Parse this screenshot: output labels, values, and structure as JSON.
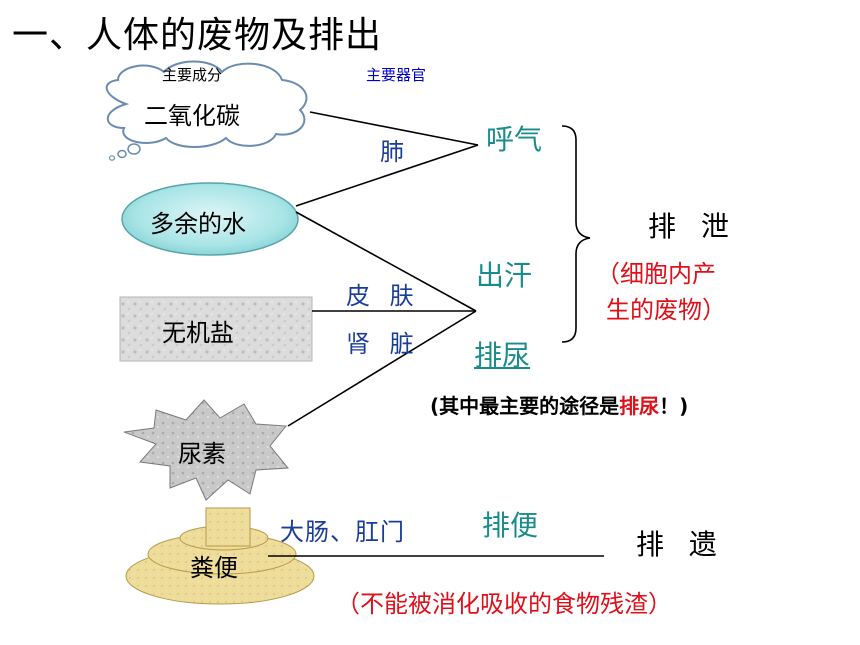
{
  "title": "一、人体的废物及排出",
  "headers": {
    "components": "主要成分",
    "organs": "主要器官"
  },
  "substances": {
    "co2": "二氧化碳",
    "water": "多余的水",
    "salt": "无机盐",
    "urea": "尿素",
    "feces": "粪便"
  },
  "organs": {
    "lung": "肺",
    "skin": "皮 肤",
    "kidney": "肾 脏",
    "intestine": "大肠、肛门"
  },
  "routes": {
    "exhale": "呼气",
    "sweat": "出汗",
    "urinate": "排尿",
    "defecate": "排便"
  },
  "excretion": {
    "label": "排 泄",
    "note_line1": "（细胞内产",
    "note_line2": "生的废物）",
    "main_prefix": "(其中最主要的途径是",
    "main_highlight": "排尿",
    "main_suffix": "！)"
  },
  "egestion": {
    "label": "排 遗",
    "note": "（不能被消化吸收的食物残渣）"
  },
  "colors": {
    "route": "#1b8c8c",
    "organ": "#1a3d99",
    "highlight": "#e0101a",
    "header_blue": "#0000cc"
  }
}
